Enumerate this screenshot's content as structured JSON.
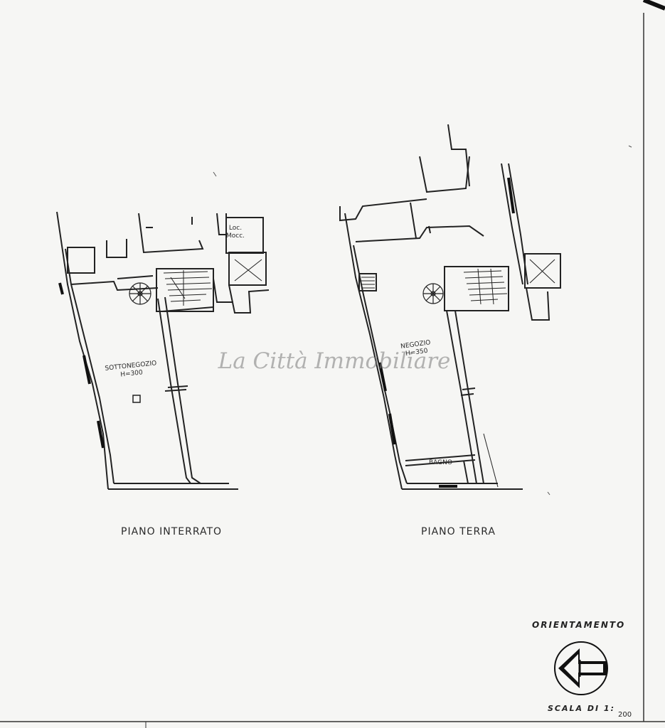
{
  "watermark": "La Città Immobiliare",
  "plans": {
    "basement": {
      "title": "PIANO INTERRATO",
      "room_name": "SOTTONEGOZIO",
      "room_height": "H=300",
      "storage_line1": "Loc.",
      "storage_line2": "Mocc."
    },
    "ground": {
      "title": "PIANO TERRA",
      "room_name": "NEGOZIO",
      "room_height": "H=350",
      "bath_label": "BAGNO"
    }
  },
  "orientation": {
    "label": "ORIENTAMENTO",
    "icon": "north-arrow-left-icon"
  },
  "scale": {
    "label": "SCALA DI 1:",
    "value": "200"
  }
}
